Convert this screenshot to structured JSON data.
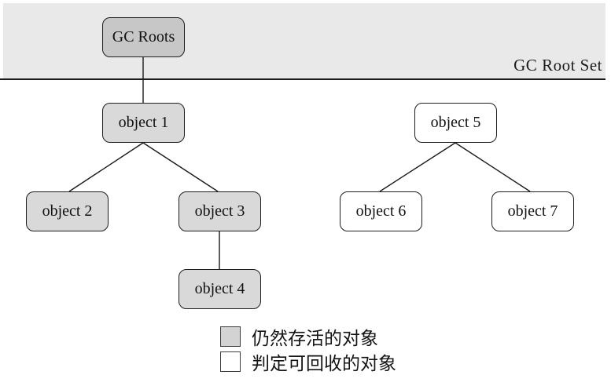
{
  "band": {
    "label": "GC Root Set"
  },
  "nodes": [
    {
      "id": "gc-roots",
      "label": "GC Roots",
      "type": "root",
      "fill": "#c7c7c7"
    },
    {
      "id": "object-1",
      "label": "object 1",
      "type": "alive",
      "fill": "#d9d9d9"
    },
    {
      "id": "object-2",
      "label": "object 2",
      "type": "alive",
      "fill": "#d9d9d9"
    },
    {
      "id": "object-3",
      "label": "object 3",
      "type": "alive",
      "fill": "#d9d9d9"
    },
    {
      "id": "object-4",
      "label": "object 4",
      "type": "alive",
      "fill": "#d9d9d9"
    },
    {
      "id": "object-5",
      "label": "object 5",
      "type": "collectable",
      "fill": "#ffffff"
    },
    {
      "id": "object-6",
      "label": "object 6",
      "type": "collectable",
      "fill": "#ffffff"
    },
    {
      "id": "object-7",
      "label": "object 7",
      "type": "collectable",
      "fill": "#ffffff"
    }
  ],
  "edges": [
    {
      "from": "gc-roots",
      "to": "object-1"
    },
    {
      "from": "object-1",
      "to": "object-2"
    },
    {
      "from": "object-1",
      "to": "object-3"
    },
    {
      "from": "object-3",
      "to": "object-4"
    },
    {
      "from": "object-5",
      "to": "object-6"
    },
    {
      "from": "object-5",
      "to": "object-7"
    }
  ],
  "legend": [
    {
      "swatch": "gray",
      "swatch_color": "#d3d3d3",
      "label": "仍然存活的对象"
    },
    {
      "swatch": "white",
      "swatch_color": "#ffffff",
      "label": "判定可回收的对象"
    }
  ],
  "colors": {
    "band_background": "#e9e9e9",
    "divider_line": "#1a1a1a",
    "edge_line": "#1a1a1a",
    "root_node_fill": "#c7c7c7",
    "alive_node_fill": "#d9d9d9",
    "collectable_node_fill": "#ffffff"
  }
}
